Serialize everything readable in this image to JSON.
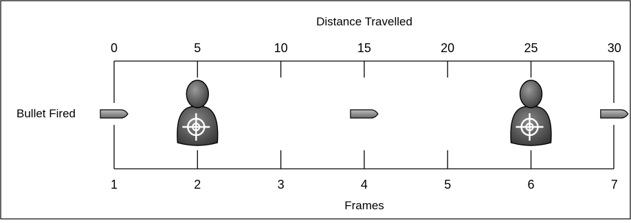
{
  "diagram": {
    "top_title": "Distance Travelled",
    "bottom_title": "Frames",
    "row_label": "Bullet Fired",
    "distance_ticks": [
      "0",
      "5",
      "10",
      "15",
      "20",
      "25",
      "30"
    ],
    "frame_ticks": [
      "1",
      "2",
      "3",
      "4",
      "5",
      "6",
      "7"
    ],
    "bullets_at_distance": [
      0,
      15,
      30
    ],
    "targets_at_distance": [
      5,
      25
    ],
    "icons": {
      "bullet": "bullet-icon",
      "target": "person-target-icon",
      "crosshair": "crosshair-icon"
    },
    "colors": {
      "line": "#000000",
      "bullet_fill": "#808080",
      "person_fill": "#5a5a5a",
      "crosshair": "#ffffff"
    }
  }
}
